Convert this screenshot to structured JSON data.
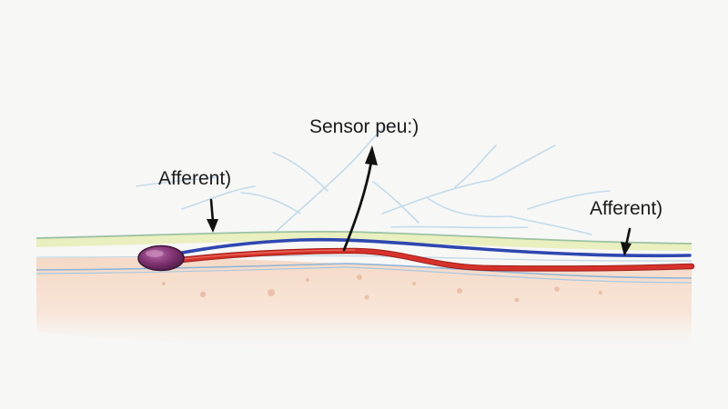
{
  "labels": {
    "sensor": "Sensor peu:)",
    "afferent_left": "Afferent)",
    "afferent_right": "Afferent)"
  },
  "colors": {
    "background": "#f7f7f6",
    "tissue": "#f3d2bd",
    "tissue_light": "#f8e4d6",
    "membrane_top": "#e7edb9",
    "membrane_green": "#9cc1a2",
    "membrane_blue": "#8fb5d8",
    "nerve_blue": "#2e47b0",
    "nerve_red": "#d6322b",
    "nerve_red_dark": "#9c1f1b",
    "cell_body": "#7a2f6d",
    "branches": "#bcd6e6",
    "arrow": "#111111"
  }
}
